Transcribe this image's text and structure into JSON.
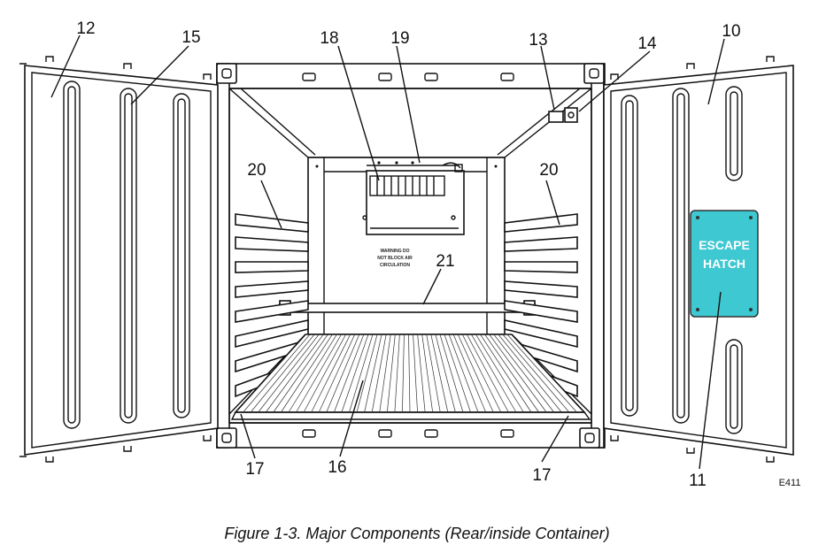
{
  "figure": {
    "caption": "Figure 1-3.  Major Components (Rear/inside Container)",
    "code": "E411"
  },
  "callouts": [
    "12",
    "15",
    "18",
    "19",
    "13",
    "14",
    "10",
    "20",
    "20",
    "21",
    "17",
    "16",
    "17",
    "11"
  ],
  "hatch": {
    "line1": "ESCAPE",
    "line2": "HATCH",
    "color": "#3ec8d2"
  },
  "warning": {
    "line1": "WARNING DO",
    "line2": "NOT BLOCK AIR",
    "line3": "CIRCULATION"
  }
}
